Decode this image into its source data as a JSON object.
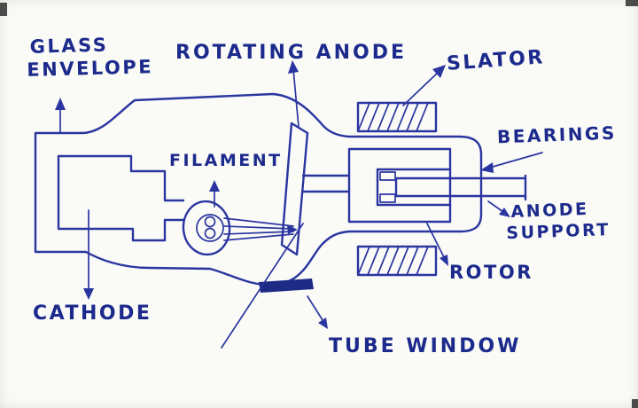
{
  "colors": {
    "ink": "#2a35a0",
    "ink_dark": "#1c2a8c",
    "paper": "#fafaf7",
    "window_fill": "#1d2a86"
  },
  "labels": {
    "glass_envelope_line1": "GLASS",
    "glass_envelope_line2": "ENVELOPE",
    "rotating_anode": "ROTATING ANODE",
    "stator": "SLATOR",
    "bearings": "BEARINGS",
    "anode_support_line1": "ANODE",
    "anode_support_line2": "SUPPORT",
    "rotor": "ROTOR",
    "tube_window": "TUBE WINDOW",
    "cathode": "CATHODE",
    "filament": "FILAMENT"
  }
}
